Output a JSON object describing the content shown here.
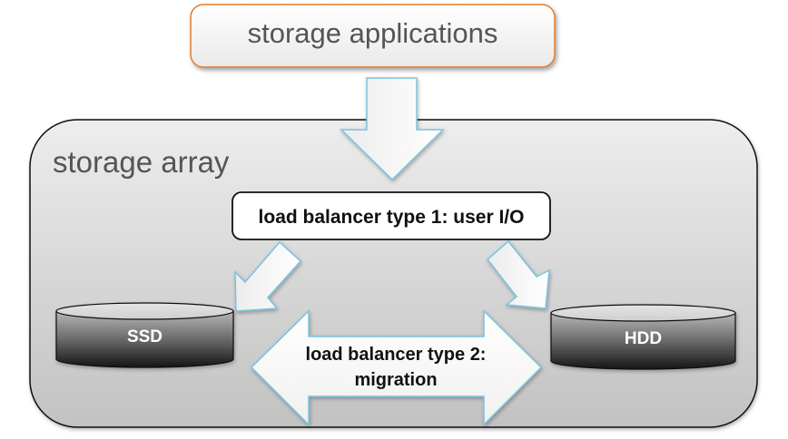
{
  "diagram": {
    "top_box": {
      "label": "storage applications",
      "border_color": "#e07a2e"
    },
    "container": {
      "label": "storage array"
    },
    "load_balancer_1": {
      "label": "load balancer type 1: user I/O"
    },
    "load_balancer_2": {
      "line1": "load balancer type 2:",
      "line2": "migration"
    },
    "devices": [
      {
        "label": "SSD"
      },
      {
        "label": "HDD"
      }
    ],
    "colors": {
      "arrow_outline": "#79c3e0",
      "arrow_fill": "#ffffff",
      "container_top": "#ececec",
      "container_bottom": "#c2c2c2",
      "text_gray": "#555555"
    }
  }
}
